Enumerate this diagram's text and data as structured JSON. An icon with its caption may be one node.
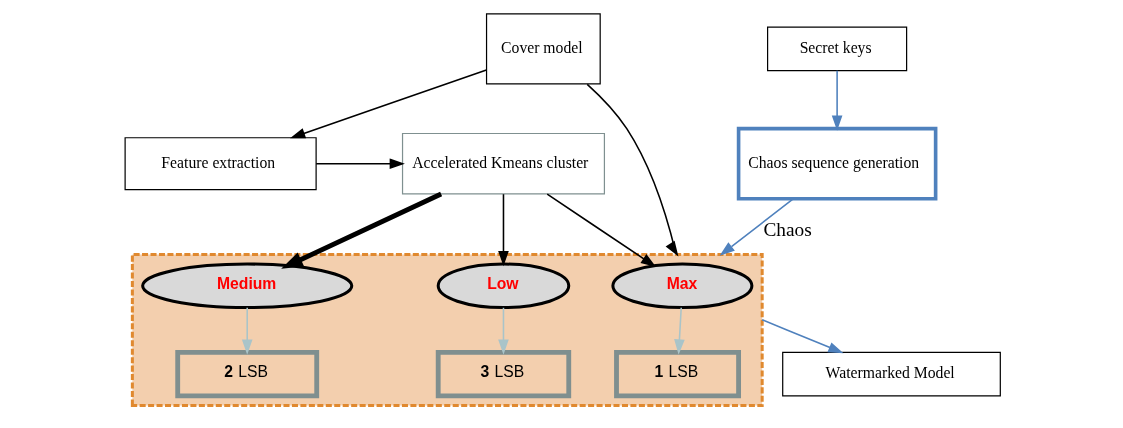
{
  "diagram": {
    "nodes": [
      {
        "text": [
          "Feature extraction"
        ]
      },
      {
        "text": [
          "Accelerated Kmeans cluster"
        ]
      },
      {
        "text": [
          "Cover model"
        ]
      },
      {
        "text": [],
        "shape": "box"
      },
      {
        "text": [
          "Max"
        ],
        "in": 3
      },
      {
        "text": [
          "Medium"
        ],
        "in": 3
      },
      {
        "text": [
          "Low"
        ],
        "in": 3
      },
      {
        "text": [
          "**1** LSB"
        ],
        "in": 3
      },
      {
        "text": [
          "**2** LSB"
        ],
        "in": 3
      },
      {
        "text": [
          "**3** LSB"
        ],
        "in": 3
      },
      {
        "text": [
          "Secret keys"
        ]
      },
      {
        "text": [
          "Chaos sequence generation"
        ]
      },
      {
        "text": [
          "Watermarked Model"
        ]
      }
    ],
    "edges": [
      {
        "from": 2,
        "to": 0,
        "arrow": "to"
      },
      {
        "from": 0,
        "to": 1,
        "arrow": "to"
      },
      {
        "from": 1,
        "to": 4,
        "arrow": "to"
      },
      {
        "from": 1,
        "to": 5,
        "arrow": "to",
        "style": "thick"
      },
      {
        "from": 1,
        "to": 6,
        "arrow": "to"
      },
      {
        "from": 2,
        "to": 3,
        "arrow": "to"
      },
      {
        "from": 4,
        "to": 7,
        "arrow": "to",
        "color": "#a9c4c9"
      },
      {
        "from": 5,
        "to": 8,
        "arrow": "to",
        "color": "#a9c4c9"
      },
      {
        "from": 6,
        "to": 9,
        "arrow": "to",
        "color": "#a9c4c9"
      },
      {
        "from": 10,
        "to": 11,
        "arrow": "to",
        "color": "#4f81bd"
      },
      {
        "from": 11,
        "to": 3,
        "arrow": "to",
        "label": "Chaos",
        "color": "#4f81bd"
      },
      {
        "from": 3,
        "to": 12,
        "arrow": "to",
        "color": "#4f81bd"
      }
    ]
  }
}
